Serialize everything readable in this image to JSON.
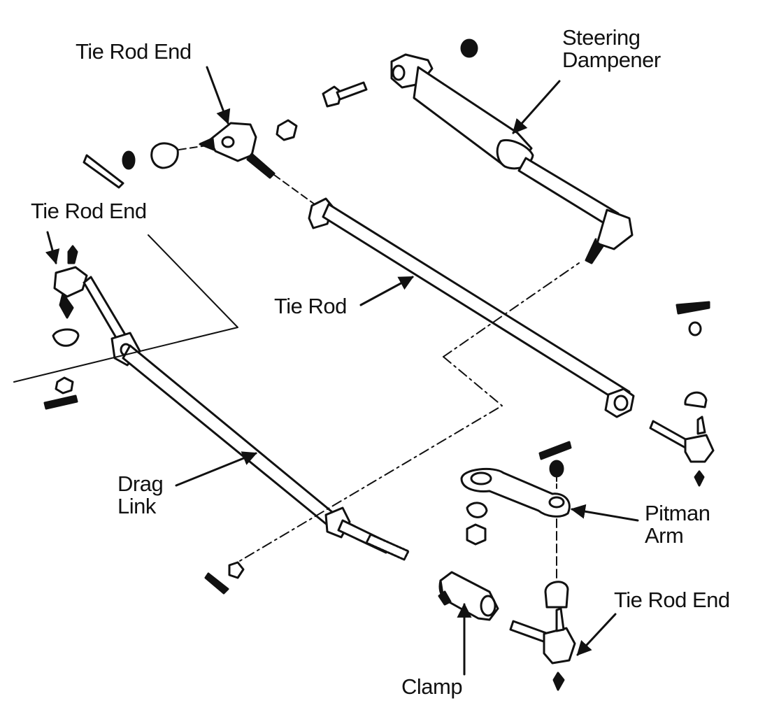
{
  "labels": {
    "tie_rod_end_top": "Tie Rod End",
    "tie_rod_end_left": "Tie Rod End",
    "tie_rod_end_bottom": "Tie Rod End",
    "steering_dampener": [
      "Steering",
      "Dampener"
    ],
    "tie_rod": "Tie Rod",
    "drag_link": [
      "Drag",
      "Link"
    ],
    "pitman_arm": [
      "Pitman",
      "Arm"
    ],
    "clamp": "Clamp"
  },
  "colors": {
    "ink": "#111111",
    "paper": "#ffffff"
  }
}
